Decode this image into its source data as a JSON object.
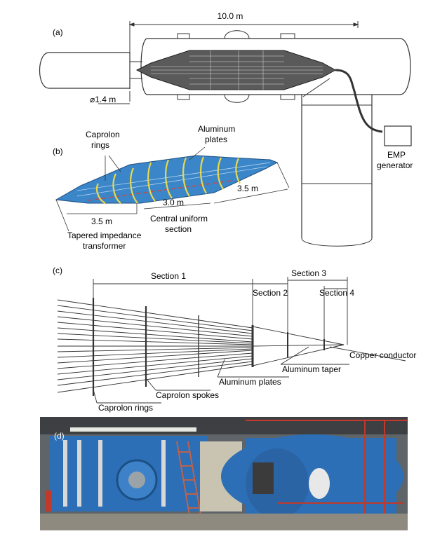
{
  "panel_a": {
    "label": "(a)",
    "length_dim": "10.0 m",
    "diameter_dim": "⌀1.4 m",
    "emp_line1": "EMP",
    "emp_line2": "generator"
  },
  "panel_b": {
    "label": "(b)",
    "caprolon_line1": "Caprolon",
    "caprolon_line2": "rings",
    "aluminum_line1": "Aluminum",
    "aluminum_line2": "plates",
    "dim_left": "3.5 m",
    "dim_center": "3.0 m",
    "dim_right": "3.5 m",
    "central_line1": "Central uniform",
    "central_line2": "section",
    "tapered_line1": "Tapered impedance",
    "tapered_line2": "transformer"
  },
  "panel_c": {
    "label": "(c)",
    "section1": "Section 1",
    "section2": "Section 2",
    "section3": "Section 3",
    "section4": "Section 4",
    "copper": "Copper conductor",
    "al_taper": "Aluminum taper",
    "al_plates": "Aluminum plates",
    "spokes": "Caprolon spokes",
    "rings": "Caprolon rings"
  },
  "panel_d": {
    "label": "(d)"
  },
  "colors": {
    "line": "#333333",
    "tem_blue": "#3a86c8",
    "ring_yellow": "#e8d84a",
    "chamber_blue": "#2c6fb6"
  }
}
